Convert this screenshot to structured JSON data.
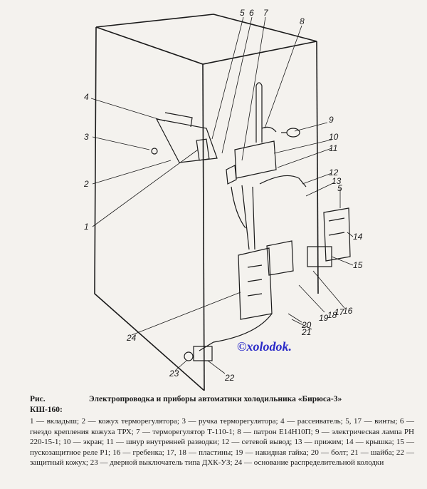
{
  "figure": {
    "callouts": [
      "1",
      "2",
      "3",
      "4",
      "5",
      "6",
      "7",
      "8",
      "9",
      "10",
      "11",
      "12",
      "13",
      "5",
      "14",
      "15",
      "16",
      "17",
      "18",
      "19",
      "20",
      "21",
      "22",
      "23",
      "24"
    ],
    "watermark": "©xolodok."
  },
  "caption": {
    "label": "Рис.",
    "title": "Электропроводка и приборы автоматики холодильника «Бирюса-3»",
    "model": "КШ-160:",
    "body": "1 — вкладыш; 2 — кожух терморегулятора; 3 — ручка терморегулятора; 4 — рассеиватель; 5, 17 — винты; 6 — гнездо крепления кожуха ТРХ; 7 — терморегулятор Т-110-1; 8 — патрон Е14Н10П; 9 — электрическая лампа РН 220-15-1; 10 — экран; 11 — шнур внутренней разводки; 12 — сетевой вывод; 13 — прижим; 14 — крышка; 15 — пускозащитное реле Р1; 16 — гребенка; 17, 18 — пластины; 19 — накидная гайка; 20 — болт; 21 — шайба; 22 — защитный кожух; 23 — дверной выключатель типа ДХК-УЗ; 24 — основание распределительной колодки"
  }
}
